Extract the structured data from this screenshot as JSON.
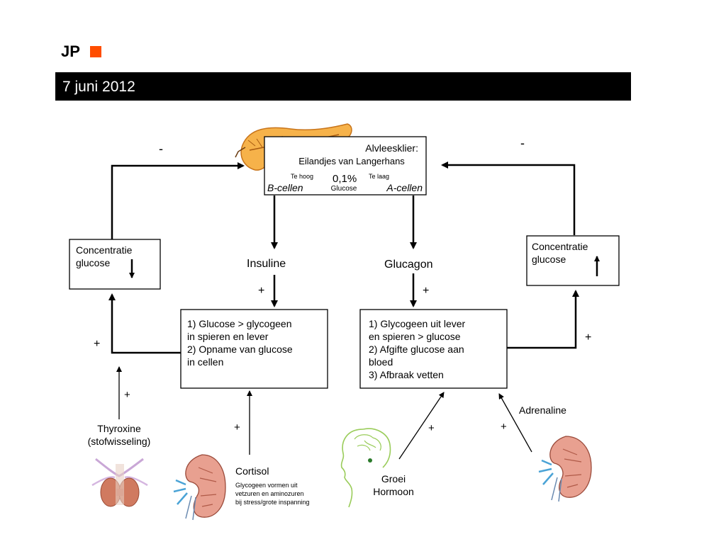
{
  "header": {
    "logo_text": "JP",
    "accent_color": "#ff4d00"
  },
  "date": "7 juni 2012",
  "diagram": {
    "center_box": {
      "title": "Alvleesklier:",
      "subtitle": "Eilandjes van Langerhans",
      "high_label": "Te hoog",
      "low_label": "Te laag",
      "value": "0,1%",
      "value_label": "Glucose",
      "left_cells": "B-cellen",
      "right_cells": "A-cellen"
    },
    "feedback_left_sign": "-",
    "feedback_right_sign": "-",
    "left_concentration": {
      "line1": "Concentratie",
      "line2": "glucose"
    },
    "right_concentration": {
      "line1": "Concentratie",
      "line2": "glucose"
    },
    "insuline": {
      "label": "Insuline",
      "sign": "+"
    },
    "glucagon": {
      "label": "Glucagon",
      "sign": "+"
    },
    "insuline_effects": [
      "1) Glucose > glycogeen",
      "in spieren en lever",
      "2) Opname van glucose",
      "in cellen"
    ],
    "glucagon_effects": [
      "1) Glycogeen uit lever",
      "en spieren > glucose",
      "2) Afgifte glucose aan",
      "bloed",
      "3) Afbraak vetten"
    ],
    "left_plus": "+",
    "right_plus": "+",
    "thyroxine": {
      "line1": "Thyroxine",
      "line2": "(stofwisseling)",
      "sign": "+"
    },
    "cortisol": {
      "label": "Cortisol",
      "sign": "+",
      "desc": [
        "Glycogeen vormen uit",
        "vetzuren en aminozuren",
        "bij stress/grote inspanning"
      ]
    },
    "groei": {
      "line1": "Groei",
      "line2": "Hormoon",
      "sign": "+"
    },
    "adrenaline": {
      "label": "Adrenaline",
      "sign": "+"
    }
  }
}
